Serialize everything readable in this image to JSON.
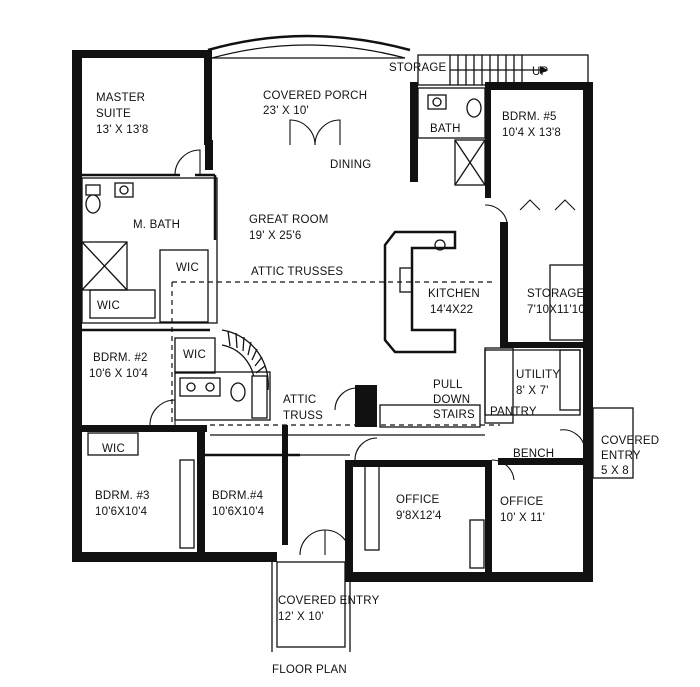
{
  "plan": {
    "title": "FLOOR PLAN",
    "rooms": [
      {
        "key": "master",
        "name1": "MASTER",
        "name2": "SUITE",
        "dims": "13' X 13'8"
      },
      {
        "key": "porch",
        "name": "COVERED PORCH",
        "dims": "23' X 10'"
      },
      {
        "key": "storage_top",
        "name": "STORAGE"
      },
      {
        "key": "up",
        "name": "UP"
      },
      {
        "key": "bath",
        "name": "BATH"
      },
      {
        "key": "bdrm5",
        "name": "BDRM. #5",
        "dims": "10'4 X 13'8"
      },
      {
        "key": "dining",
        "name": "DINING"
      },
      {
        "key": "mbath",
        "name": "M. BATH"
      },
      {
        "key": "great",
        "name": "GREAT ROOM",
        "dims": "19' X 25'6"
      },
      {
        "key": "wic1",
        "name": "WIC"
      },
      {
        "key": "wic2",
        "name": "WIC"
      },
      {
        "key": "attic_trusses",
        "name": "ATTIC TRUSSES"
      },
      {
        "key": "kitchen",
        "name": "KITCHEN",
        "dims": "14'4X22"
      },
      {
        "key": "storage2",
        "name": "STORAGE",
        "dims": "7'10X11'10"
      },
      {
        "key": "bdrm2",
        "name": "BDRM. #2",
        "dims": "10'6 X 10'4"
      },
      {
        "key": "wic3",
        "name": "WIC"
      },
      {
        "key": "utility",
        "name": "UTILITY",
        "dims": "8' X 7'"
      },
      {
        "key": "pull",
        "name1": "PULL",
        "name2": "DOWN",
        "name3": "STAIRS"
      },
      {
        "key": "attic_truss",
        "name1": "ATTIC",
        "name2": "TRUSS"
      },
      {
        "key": "pantry",
        "name": "PANTRY"
      },
      {
        "key": "bench",
        "name": "BENCH"
      },
      {
        "key": "covered_entry_side",
        "name1": "COVERED",
        "name2": "ENTRY",
        "dims": "5 X 8"
      },
      {
        "key": "wic4",
        "name": "WIC"
      },
      {
        "key": "bdrm3",
        "name": "BDRM. #3",
        "dims": "10'6X10'4"
      },
      {
        "key": "bdrm4",
        "name": "BDRM.#4",
        "dims": "10'6X10'4"
      },
      {
        "key": "office1",
        "name": "OFFICE",
        "dims": "9'8X12'4"
      },
      {
        "key": "office2",
        "name": "OFFICE",
        "dims": "10' X 11'"
      },
      {
        "key": "covered_entry_front",
        "name": "COVERED ENTRY",
        "dims": "12' X 10'"
      }
    ]
  }
}
